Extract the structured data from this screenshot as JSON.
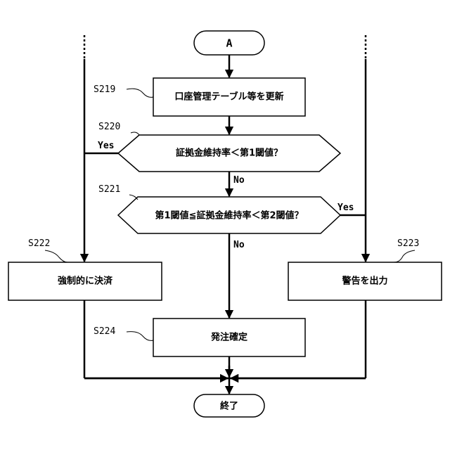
{
  "connector_top": "A",
  "nodes": {
    "s219": {
      "step": "S219",
      "text": "口座管理テーブル等を更新"
    },
    "s220": {
      "step": "S220",
      "text": "証拠金維持率＜第1閾値？",
      "yes": "Yes",
      "no": "No"
    },
    "s221": {
      "step": "S221",
      "text": "第1閾値≦証拠金維持率＜第2閾値？",
      "yes": "Yes",
      "no": "No"
    },
    "s222": {
      "step": "S222",
      "text": "強制的に決済"
    },
    "s223": {
      "step": "S223",
      "text": "警告を出力"
    },
    "s224": {
      "step": "S224",
      "text": "発注確定"
    }
  },
  "terminal_end": "終了"
}
